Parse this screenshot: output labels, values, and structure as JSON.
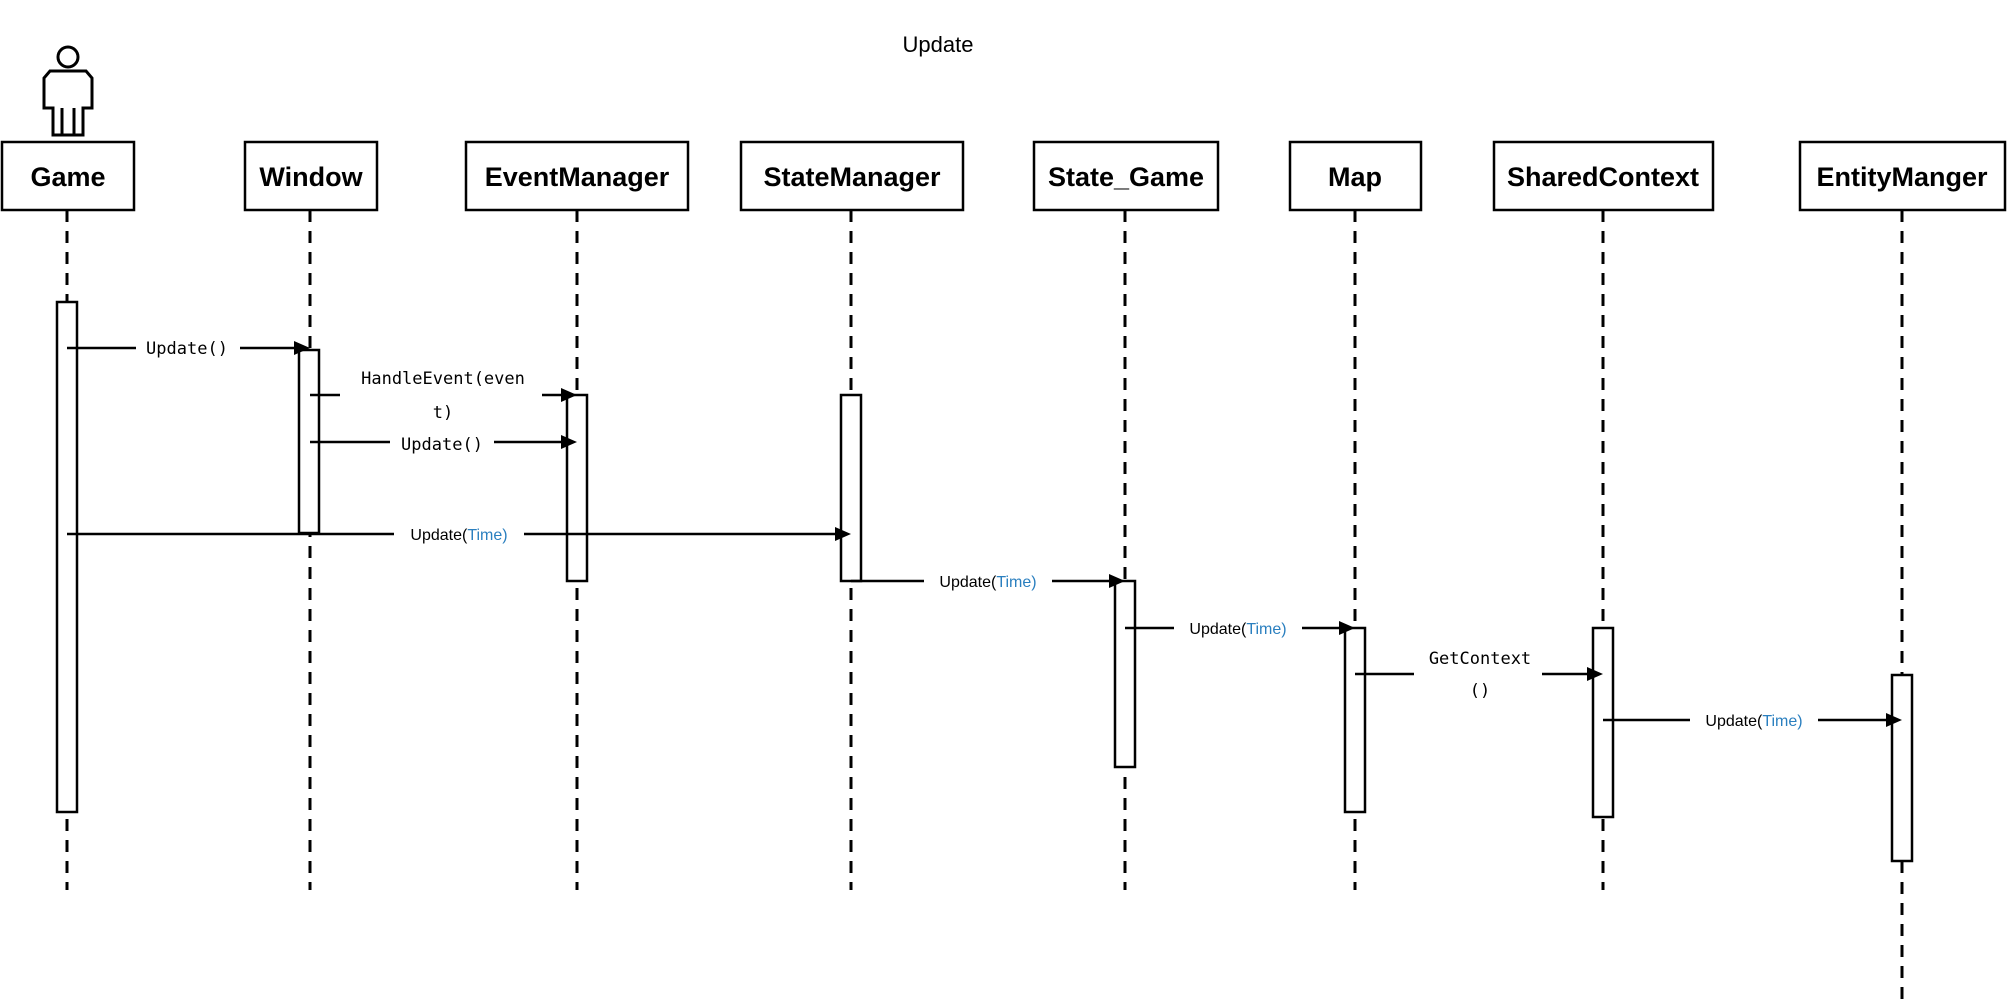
{
  "diagram": {
    "title": "Update",
    "actor_icon": "stick-figure-icon",
    "participants": [
      "Game",
      "Window",
      "EventManager",
      "StateManager",
      "State_Game",
      "Map",
      "SharedContext",
      "EntityManger"
    ],
    "messages": [
      {
        "from": "Game",
        "to": "Window",
        "label": "Update()",
        "param": ""
      },
      {
        "from": "Window",
        "to": "EventManager",
        "label": "HandleEvent(even",
        "label2": "t)",
        "param": ""
      },
      {
        "from": "Window",
        "to": "EventManager",
        "label": "Update()",
        "param": ""
      },
      {
        "from": "Game",
        "to": "StateManager",
        "label": "Update(",
        "param": "Time",
        "close": ")"
      },
      {
        "from": "StateManager",
        "to": "State_Game",
        "label": "Update(",
        "param": "Time",
        "close": ")"
      },
      {
        "from": "State_Game",
        "to": "Map",
        "label": "Update(",
        "param": "Time",
        "close": ")"
      },
      {
        "from": "Map",
        "to": "SharedContext",
        "label": "GetContext",
        "label2": "()",
        "param": ""
      },
      {
        "from": "SharedContext",
        "to": "EntityManger",
        "label": "Update(",
        "param": "Time",
        "close": ")"
      }
    ]
  }
}
